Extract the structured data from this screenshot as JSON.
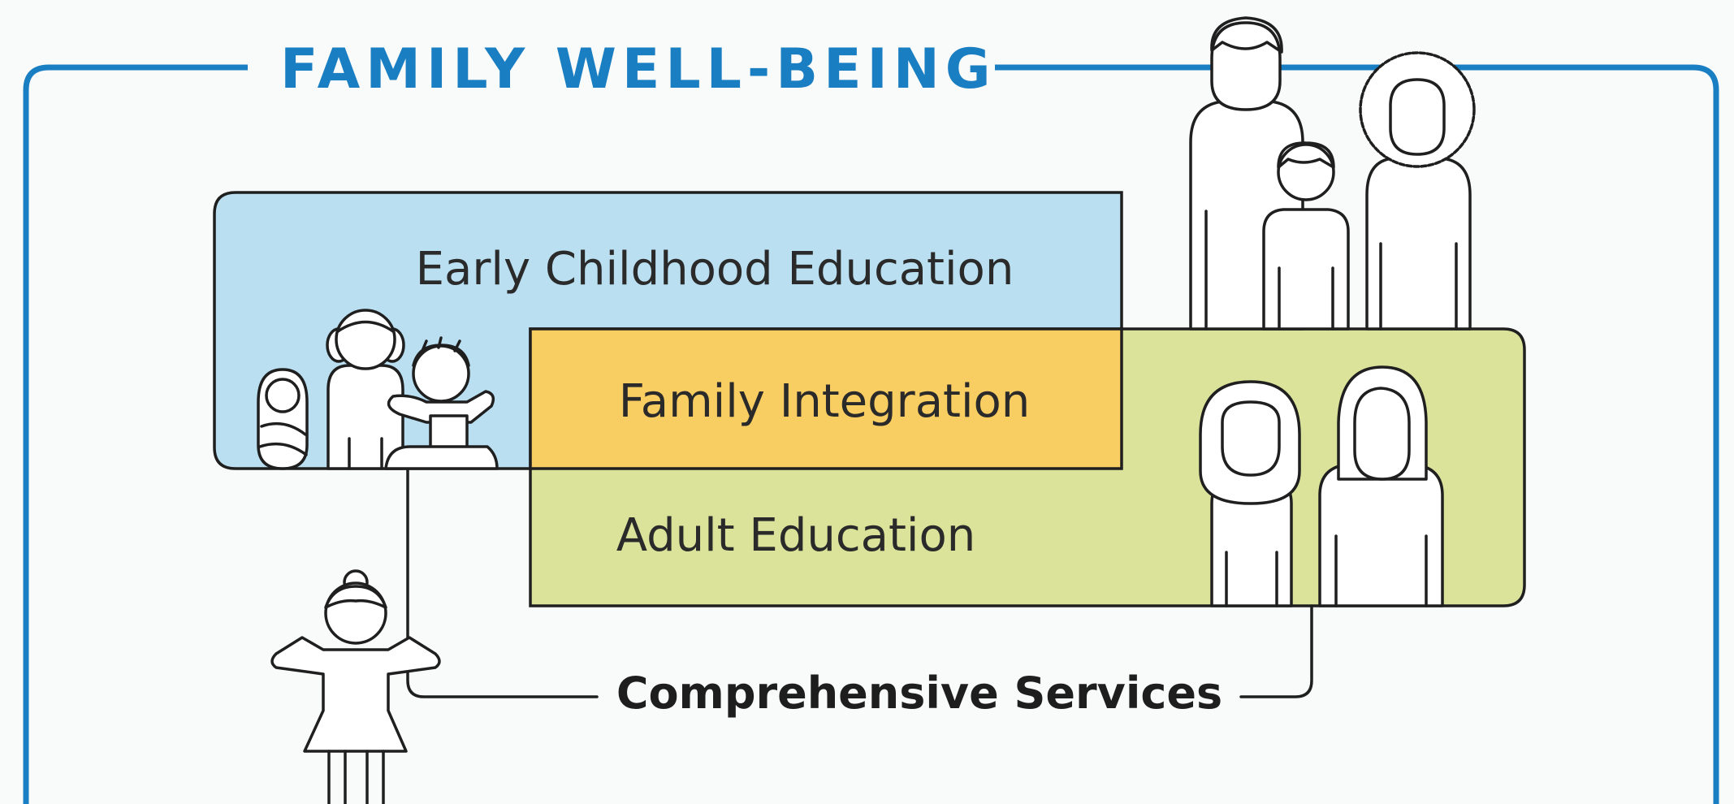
{
  "title": "FAMILY WELL-BEING",
  "boxes": {
    "early_childhood": "Early Childhood Education",
    "family_integration": "Family Integration",
    "adult_education": "Adult Education"
  },
  "services_label": "Comprehensive Services",
  "colors": {
    "frame": "#1a7ec2",
    "early_childhood_fill": "#b9dff1",
    "family_integration_fill": "#f8cd62",
    "adult_education_fill": "#dbe39a",
    "outline": "#1f1f1f"
  },
  "icons": [
    "baby-icon",
    "girl-with-pigtails-icon",
    "toddler-icon",
    "father-icon",
    "boy-icon",
    "mother-icon",
    "woman-with-hijab-icon",
    "woman-long-hair-icon",
    "child-with-bun-icon"
  ]
}
